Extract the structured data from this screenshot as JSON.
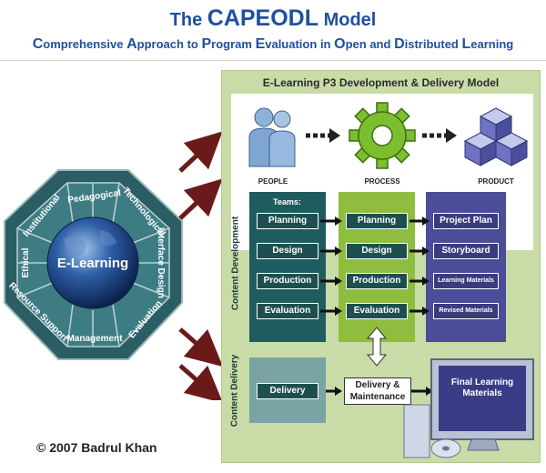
{
  "header": {
    "title_prefix": "The",
    "title_main": "CAPEODL",
    "title_suffix": "Model",
    "subtitle_words": [
      {
        "cap": "C",
        "rest": "omprehensive"
      },
      {
        "cap": "A",
        "rest": "pproach"
      },
      {
        "cap": "",
        "rest": "to"
      },
      {
        "cap": "P",
        "rest": "rogram"
      },
      {
        "cap": "E",
        "rest": "valuation"
      },
      {
        "cap": "",
        "rest": "in"
      },
      {
        "cap": "O",
        "rest": "pen"
      },
      {
        "cap": "",
        "rest": "and"
      },
      {
        "cap": "D",
        "rest": "istributed"
      },
      {
        "cap": "L",
        "rest": "earning"
      }
    ]
  },
  "octagon": {
    "center": "E-Learning",
    "segments": [
      "Pedagogical",
      "Technological",
      "Interface Design",
      "Evaluation",
      "Management",
      "Resource Support",
      "Ethical",
      "Institutional"
    ]
  },
  "panel": {
    "title": "E-Learning P3 Development & Delivery Model",
    "people_label": "PEOPLE",
    "process_label": "PROCESS",
    "product_label": "PRODUCT",
    "content_development_label": "Content Development",
    "content_delivery_label": "Content Delivery",
    "teams_label": "Teams:",
    "teams": [
      "Planning",
      "Design",
      "Production",
      "Evaluation"
    ],
    "process": [
      "Planning",
      "Design",
      "Production",
      "Evaluation"
    ],
    "products": [
      "Project Plan",
      "Storyboard",
      "Learning Materials",
      "Revised Materials"
    ],
    "delivery_team": "Delivery",
    "delivery_process": "Delivery & Maintenance",
    "final_product": "Final Learning Materials"
  },
  "footer": {
    "copyright": "© 2007 Badrul Khan"
  },
  "colors": {
    "title_blue": "#1f4fa3",
    "panel_green": "#c9dca8",
    "teal": "#1f5c5f",
    "lime": "#8fbd3f",
    "purple": "#4b4d98",
    "arrow_red": "#6b1a1a"
  }
}
